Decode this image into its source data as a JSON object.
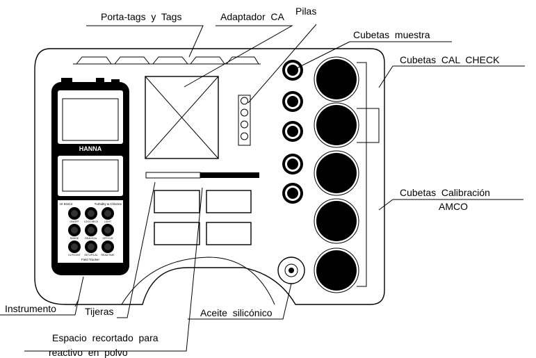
{
  "labels": {
    "tags": "Porta-tags  y  Tags",
    "adapter": "Adaptador  CA",
    "batteries": "Pilas",
    "sample_cuvettes": "Cubetas  muestra",
    "calcheck_cuvettes": "Cubetas  CAL  CHECK",
    "calibration_cuvettes_1": "Cubetas  Calibración",
    "calibration_cuvettes_2": "AMCO",
    "instrument": "Instrumento",
    "scissors": "Tijeras",
    "silicone_oil": "Aceite  silicónico",
    "powder_space_1": "Espacio  recortado  para",
    "powder_space_2": "reactivo  en  polvo"
  },
  "instrument": {
    "brand": "HANNA",
    "model": "HI 93414",
    "model_desc": "Turbidity & Chlorine",
    "footer": "Field Tracker",
    "key_labels": [
      "ON/OFF",
      "LOG/CHECK",
      "LIGHT",
      "RANGE",
      "READ/CAL",
      "OFF/CLR",
      "GLP/CONT",
      "SETUP/CAL",
      "READ/TIME"
    ]
  },
  "colors": {
    "ink": "#000000",
    "paper": "#ffffff"
  }
}
